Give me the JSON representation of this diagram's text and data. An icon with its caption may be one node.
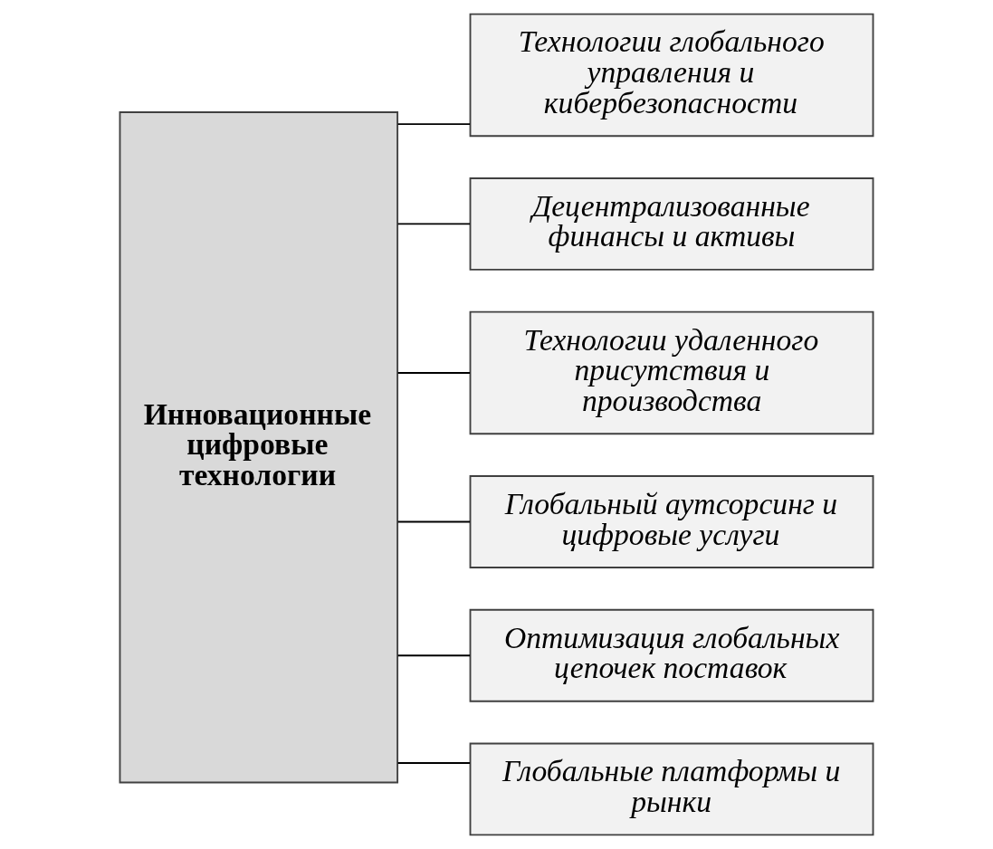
{
  "diagram": {
    "nodes": [
      {
        "text": [
          "Инновационные цифровые технологии"
        ]
      },
      {
        "text": [
          "Технологии глобального управления и кибербезопасности"
        ]
      },
      {
        "text": [
          "Децентрализованные финансы и активы"
        ]
      },
      {
        "text": [
          "Технологии удаленного присутствия и производства"
        ]
      },
      {
        "text": [
          "Глобальный аутсорсинг и цифровые услуги"
        ]
      },
      {
        "text": [
          "Оптимизация глобальных цепочек поставок"
        ]
      },
      {
        "text": [
          "Глобальные платформы и рынки"
        ]
      }
    ],
    "edges": [
      {
        "from": 0,
        "to": 1,
        "arrow": "none"
      },
      {
        "from": 0,
        "to": 2,
        "arrow": "none"
      },
      {
        "from": 0,
        "to": 3,
        "arrow": "none"
      },
      {
        "from": 0,
        "to": 4,
        "arrow": "none"
      },
      {
        "from": 0,
        "to": 5,
        "arrow": "none"
      },
      {
        "from": 0,
        "to": 6,
        "arrow": "none"
      }
    ]
  }
}
